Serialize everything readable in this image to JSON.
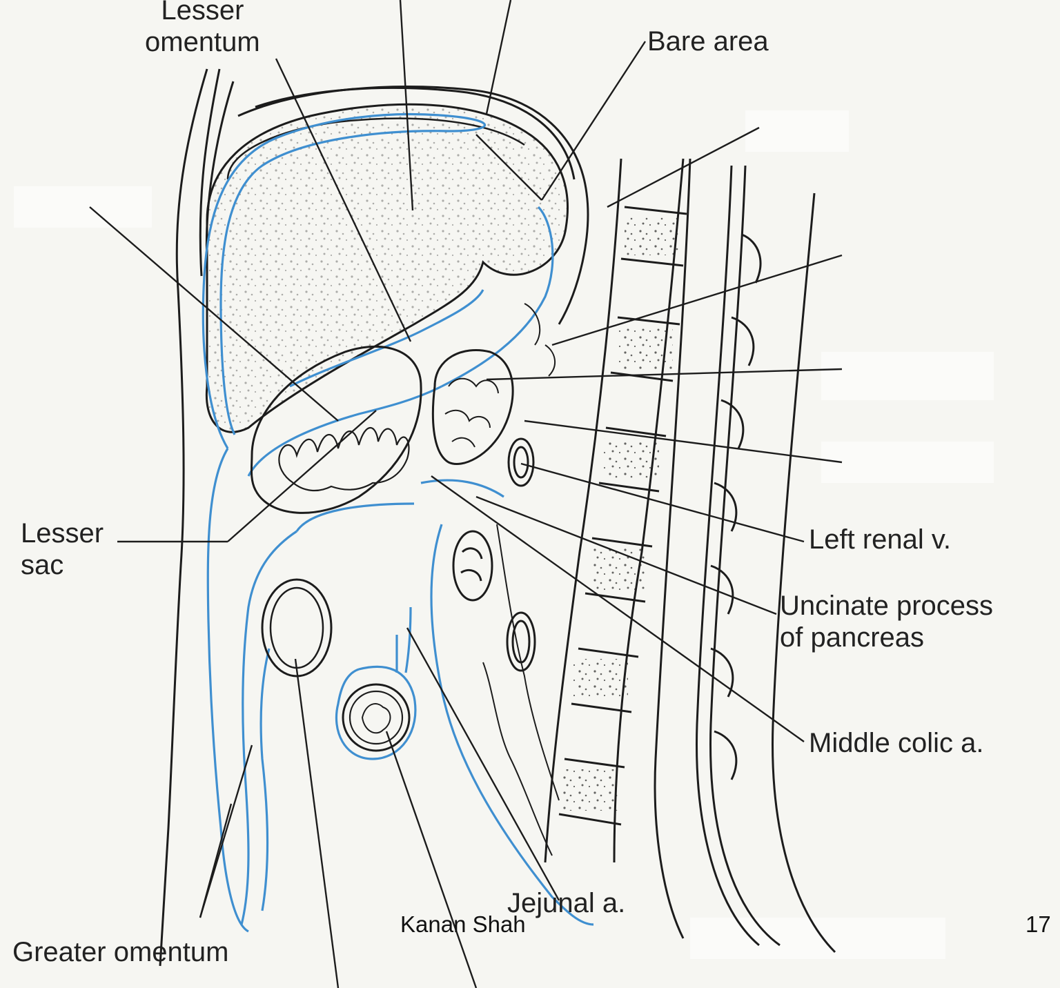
{
  "labels": {
    "lesser_omentum": "Lesser\nomentum",
    "bare_area": "Bare area",
    "lesser_sac": "Lesser\nsac",
    "left_renal_v": "Left renal v.",
    "uncinate_process": "Uncinate process\nof pancreas",
    "middle_colic_a": "Middle colic a.",
    "jejunal_a": "Jejunal a.",
    "greater_omentum": "Greater omentum"
  },
  "footer": {
    "author": "Kanan Shah",
    "page_number": "17"
  },
  "colors": {
    "peritoneum": "#3f8fd0",
    "outline": "#1c1c1c",
    "background": "#f6f6f2"
  }
}
